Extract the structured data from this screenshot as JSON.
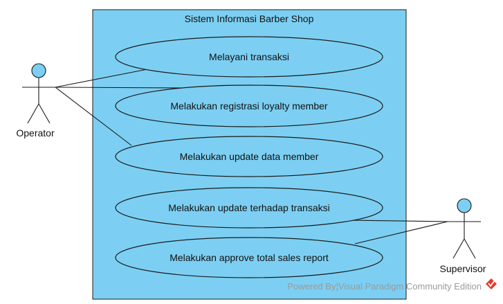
{
  "system": {
    "title": "Sistem Informasi Barber Shop"
  },
  "actors": {
    "operator": "Operator",
    "supervisor": "Supervisor"
  },
  "use_cases": [
    "Melayani transaksi",
    "Melakukan registrasi loyalty member",
    "Melakukan update data member",
    "Melakukan update terhadap transaksi",
    "Melakukan approve total sales report"
  ],
  "watermark": {
    "text": "Powered By¦Visual Paradigm Community Edition",
    "logo": "visual-paradigm-logo"
  },
  "colors": {
    "fill": "#7ccff2",
    "stroke": "#1a1a1a",
    "logo": "#e23b2e",
    "watermark_text": "#9a9a9a"
  }
}
